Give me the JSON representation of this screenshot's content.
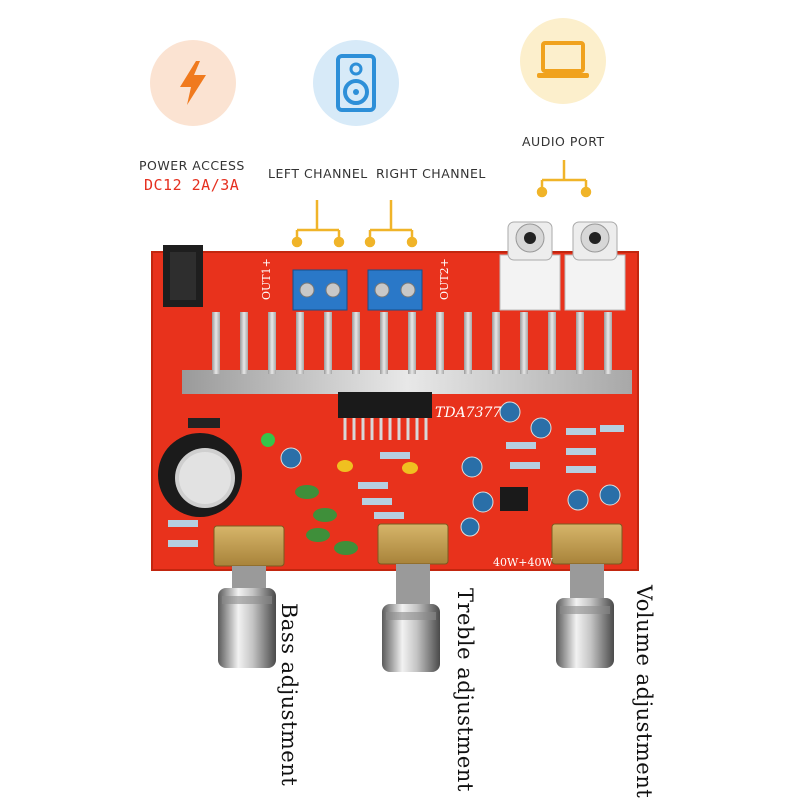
{
  "icons": {
    "power": {
      "name": "lightning-bolt-icon",
      "bg_color": "#fbe3d2",
      "color": "#f07a1e"
    },
    "speaker": {
      "name": "speaker-icon",
      "bg_color": "#d7eaf8",
      "color": "#2d8fd8"
    },
    "laptop": {
      "name": "laptop-icon",
      "bg_color": "#fcefcc",
      "color": "#f0a21e"
    }
  },
  "labels": {
    "power_access": "POWER ACCESS",
    "power_spec": "DC12 2A/3A",
    "left_channel": "LEFT CHANNEL",
    "right_channel": "RIGHT CHANNEL",
    "audio_port": "AUDIO PORT"
  },
  "board": {
    "chip": "TDA7377",
    "power_rating": "40W+40W",
    "out1": "OUT1+",
    "out2": "OUT2+",
    "color": "#e8321c"
  },
  "knobs": [
    {
      "label": "Bass adjustment"
    },
    {
      "label": "Treble adjustment"
    },
    {
      "label": "Volume adjustment"
    }
  ],
  "colors": {
    "accent_red": "#e53020",
    "bracket_yellow": "#f0b429"
  }
}
